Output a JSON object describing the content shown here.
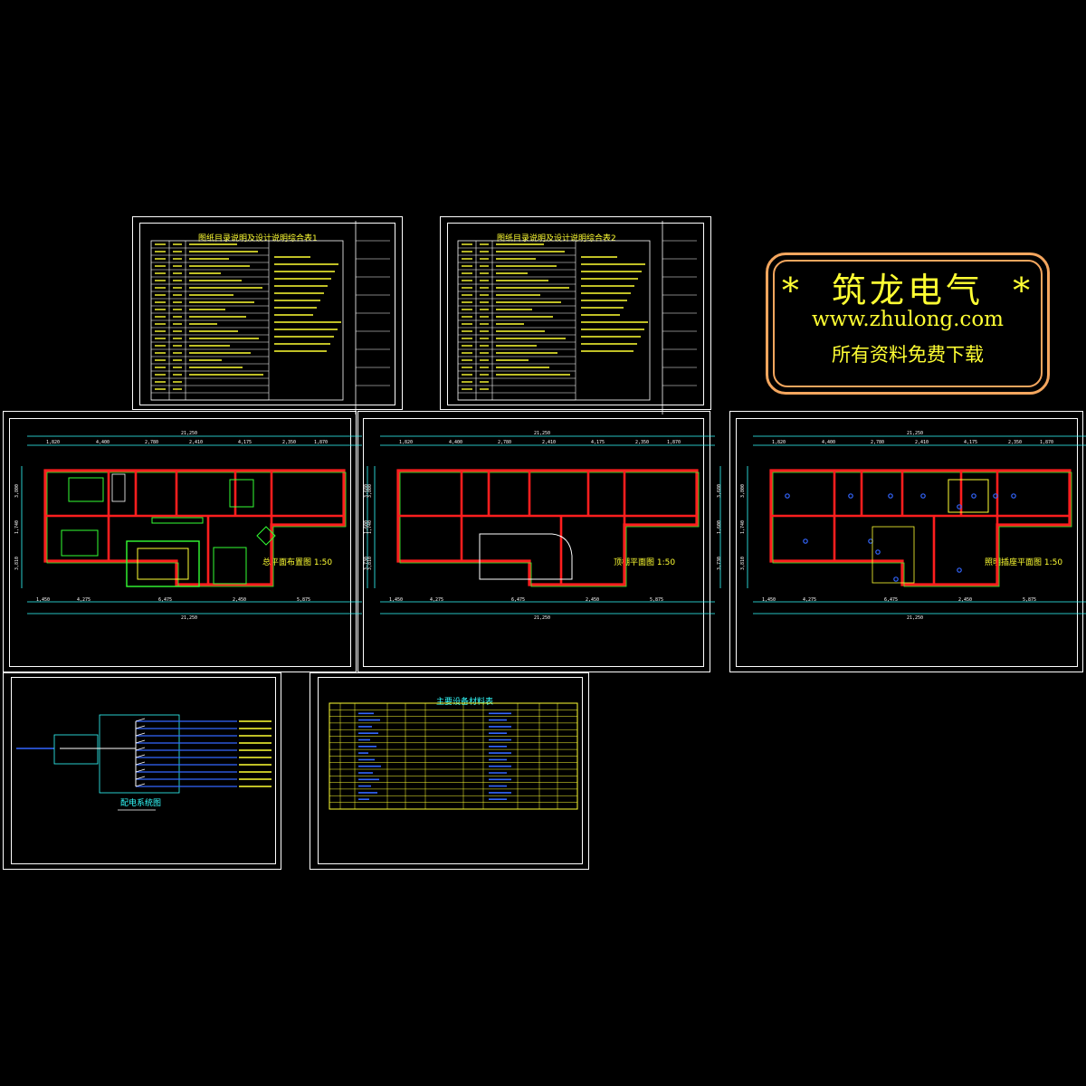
{
  "watermark": {
    "title": "*  筑龙电气  *",
    "url": "www.zhulong.com",
    "subtitle": "所有资料免费下载"
  },
  "sheets": {
    "design_notes_1": {
      "title": "图纸目录说明及设计说明综合表1"
    },
    "design_notes_2": {
      "title": "图纸目录说明及设计说明综合表2"
    },
    "floor_plan": {
      "title": "总平面布置图  1:50"
    },
    "ceiling_plan": {
      "title": "顶棚平面图  1:50"
    },
    "lighting_plan": {
      "title": "照明插座平面图  1:50"
    },
    "system_diagram": {
      "title": "配电系统图"
    },
    "material_table": {
      "title": "主要设备材料表"
    }
  },
  "plan_dimensions": {
    "total": "21,250",
    "top_segments": [
      "1,820",
      "4,400",
      "2,780",
      "2,410",
      "4,175",
      "2,350",
      "1,870"
    ],
    "bottom_segments": [
      "1,450",
      "4,275",
      "6,475",
      "2,450",
      "5,875"
    ],
    "left_segments": [
      "3,800",
      "1,740",
      "3,810"
    ],
    "right_segments": [
      "3,680",
      "1,600",
      "3,730"
    ]
  },
  "colors": {
    "frame": "#ffffff",
    "wall": "#ff1e1e",
    "dimension": "#33ffff",
    "annotation": "#ffff33",
    "furniture": "#33ff33",
    "wiring": "#3366ff",
    "logo_border": "#f4a65e"
  }
}
